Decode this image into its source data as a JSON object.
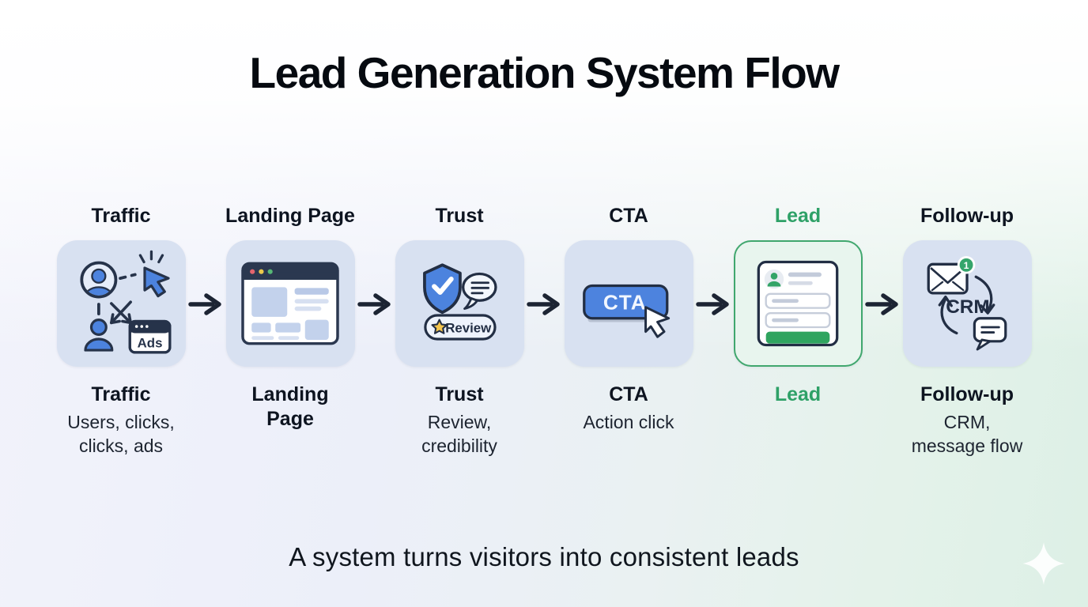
{
  "page": {
    "title": "Lead Generation System Flow",
    "tagline": "A system turns visitors into consistent leads"
  },
  "colors": {
    "accent_blue": "#4c83de",
    "box_blue_bg": "#d8e1f1",
    "outline_navy": "#222e44",
    "arrow_navy": "#1c2433",
    "accent_green": "#2ea167",
    "lead_box_bg": "#e8f5ee",
    "lead_box_border": "#40a76e"
  },
  "steps": [
    {
      "top_label": "Traffic",
      "title": "Traffic",
      "subtitle": "Users, clicks,\nclicks, ads",
      "icon": "traffic-users-ads-icon",
      "ads_label": "Ads"
    },
    {
      "top_label": "Landing Page",
      "title": "Landing\nPage",
      "subtitle": "",
      "icon": "browser-window-icon"
    },
    {
      "top_label": "Trust",
      "title": "Trust",
      "subtitle": "Review,\ncredibility",
      "icon": "shield-check-review-icon",
      "review_label": "Review"
    },
    {
      "top_label": "CTA",
      "title": "CTA",
      "subtitle": "Action click",
      "icon": "cta-button-cursor-icon",
      "button_label": "CTA"
    },
    {
      "top_label": "Lead",
      "title": "Lead",
      "subtitle": "",
      "icon": "lead-form-icon",
      "highlight": true
    },
    {
      "top_label": "Follow-up",
      "title": "Follow-up",
      "subtitle": "CRM,\nmessage flow",
      "icon": "email-crm-message-icon",
      "crm_label": "CRM",
      "badge_count": "1"
    }
  ]
}
